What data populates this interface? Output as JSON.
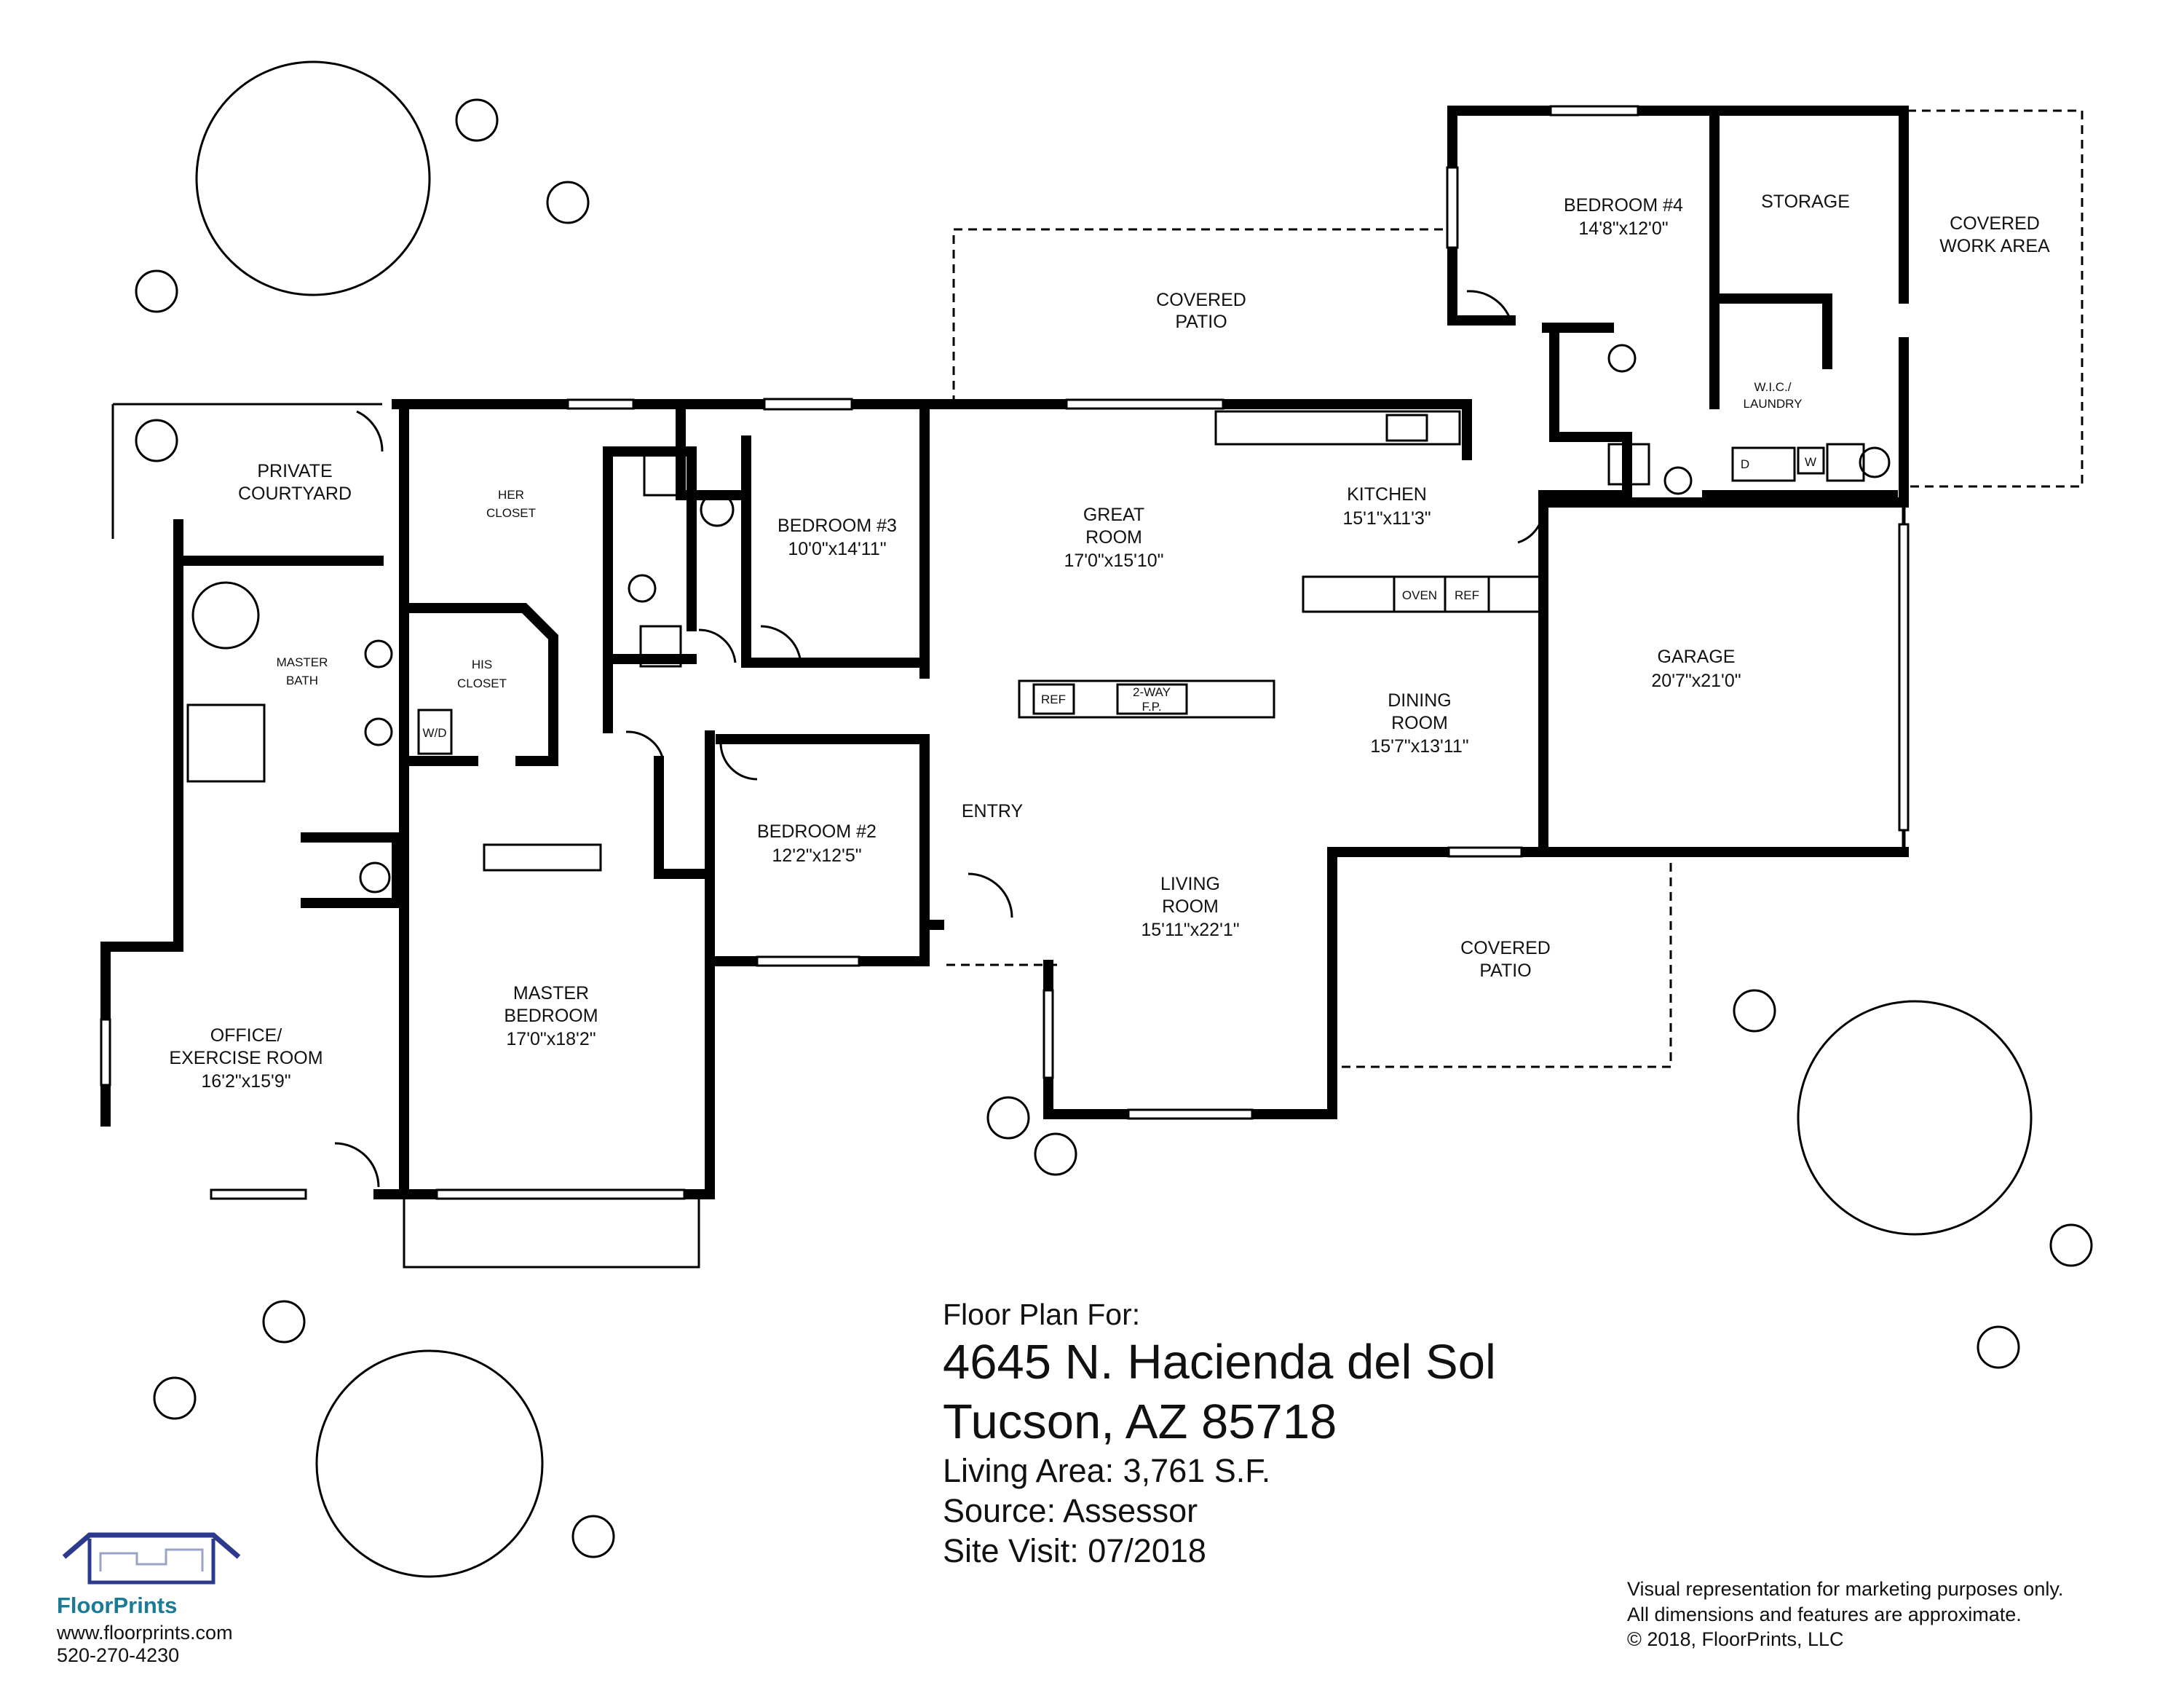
{
  "rooms": {
    "covered_patio_north": {
      "name_l1": "COVERED",
      "name_l2": "PATIO"
    },
    "bedroom4": {
      "name": "BEDROOM #4",
      "dims": "14'8\"x12'0\""
    },
    "storage": {
      "name": "STORAGE"
    },
    "covered_work_area": {
      "name_l1": "COVERED",
      "name_l2": "WORK AREA"
    },
    "wic_laundry": {
      "name_l1": "W.I.C./",
      "name_l2": "LAUNDRY"
    },
    "private_courtyard": {
      "name_l1": "PRIVATE",
      "name_l2": "COURTYARD"
    },
    "her_closet": {
      "name_l1": "HER",
      "name_l2": "CLOSET"
    },
    "bedroom3": {
      "name": "BEDROOM #3",
      "dims": "10'0\"x14'11\""
    },
    "great_room": {
      "name_l1": "GREAT",
      "name_l2": "ROOM",
      "dims": "17'0\"x15'10\""
    },
    "kitchen": {
      "name": "KITCHEN",
      "dims": "15'1\"x11'3\""
    },
    "master_bath": {
      "name_l1": "MASTER",
      "name_l2": "BATH"
    },
    "his_closet": {
      "name_l1": "HIS",
      "name_l2": "CLOSET"
    },
    "garage": {
      "name": "GARAGE",
      "dims": "20'7\"x21'0\""
    },
    "dining_room": {
      "name_l1": "DINING",
      "name_l2": "ROOM",
      "dims": "15'7\"x13'11\""
    },
    "entry": {
      "name": "ENTRY"
    },
    "bedroom2": {
      "name": "BEDROOM #2",
      "dims": "12'2\"x12'5\""
    },
    "living_room": {
      "name_l1": "LIVING",
      "name_l2": "ROOM",
      "dims": "15'11\"x22'1\""
    },
    "covered_patio_south": {
      "name_l1": "COVERED",
      "name_l2": "PATIO"
    },
    "master_bedroom": {
      "name_l1": "MASTER",
      "name_l2": "BEDROOM",
      "dims": "17'0\"x18'2\""
    },
    "office": {
      "name_l1": "OFFICE/",
      "name_l2": "EXERCISE ROOM",
      "dims": "16'2\"x15'9\""
    }
  },
  "fixtures": {
    "oven": "OVEN",
    "ref": "REF",
    "ref_island": "REF",
    "fireplace_l1": "2-WAY",
    "fireplace_l2": "F.P.",
    "dryer": "D",
    "washer": "W",
    "wd": "W/D"
  },
  "info": {
    "label": "Floor Plan For:",
    "street": "4645 N. Hacienda del Sol",
    "city": "Tucson, AZ  85718",
    "living_area": "Living Area:  3,761 S.F.",
    "source": "Source:  Assessor",
    "site_visit": "Site Visit:  07/2018"
  },
  "disclaimer": {
    "line1": "Visual representation for marketing purposes only.",
    "line2": "All dimensions and features are approximate.",
    "line3": "© 2018, FloorPrints, LLC"
  },
  "brand": {
    "name": "FloorPrints",
    "website": "www.floorprints.com",
    "phone": "520-270-4230",
    "logo_color": "#2b3a8c",
    "name_color": "#1b7a95"
  }
}
